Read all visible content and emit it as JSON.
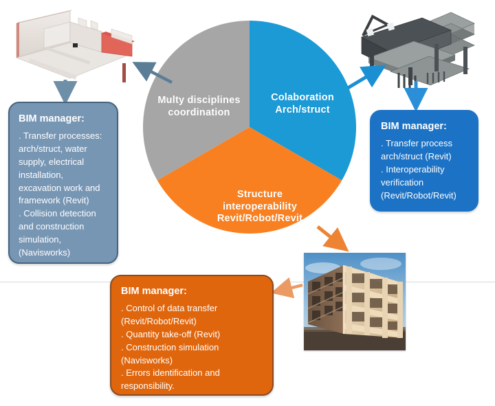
{
  "figure": {
    "type": "pie-diagram-with-callouts",
    "background": "#ffffff"
  },
  "chart_data": {
    "type": "pie",
    "title": "",
    "categories": [
      "Colaboration Arch/struct",
      "Structure interoperability Revit/Robot/Revit",
      "Multy disciplines coordination"
    ],
    "values": [
      33.3,
      33.3,
      33.3
    ],
    "colors": [
      "#1b9ad6",
      "#f98020",
      "#a6a6a6"
    ],
    "start_angle_deg": 0,
    "direction": "clockwise",
    "legend": "none",
    "labels_inside": true,
    "slices": [
      {
        "name": "Colaboration Arch/struct",
        "label_line_1": "Colaboration",
        "label_line_2": "Arch/struct",
        "label_line_3": "",
        "value": 33.3,
        "color": "#1b9ad6"
      },
      {
        "name": "Structure interoperability Revit/Robot/Revit",
        "label_line_1": "Structure",
        "label_line_2": "interoperability",
        "label_line_3": "Revit/Robot/Revit",
        "value": 33.3,
        "color": "#f98020"
      },
      {
        "name": "Multy disciplines coordination",
        "label_line_1": "Multy disciplines",
        "label_line_2": "coordination",
        "label_line_3": "",
        "value": 33.3,
        "color": "#a6a6a6"
      }
    ]
  },
  "boxes": {
    "left": {
      "heading": "BIM manager:",
      "accent": "#7796b4",
      "border": "#46637e",
      "lines": [
        ". Transfer processes:",
        "arch/struct, water",
        "supply, electrical",
        "installation,",
        "excavation work and",
        "framework (Revit)",
        ". Collision detection",
        "and construction",
        "simulation,",
        "(Navisworks)"
      ]
    },
    "right": {
      "heading": "BIM manager:",
      "accent": "#1c72c4",
      "border": "#1c72c4",
      "lines": [
        ". Transfer process",
        "arch/struct (Revit)",
        ". Interoperability",
        "verification",
        "(Revit/Robot/Revit)"
      ]
    },
    "bottom": {
      "heading": "BIM manager:",
      "accent": "#e0660d",
      "border": "#8a4a22",
      "lines": [
        ". Control of data transfer",
        "(Revit/Robot/Revit)",
        ". Quantity take-off (Revit)",
        ". Construction simulation",
        "(Navisworks)",
        ". Errors identification and",
        "responsibility."
      ]
    }
  },
  "thumbnails": {
    "architectural": {
      "name": "architectural-model-thumbnail",
      "caption": ""
    },
    "structural": {
      "name": "structural-frame-model-thumbnail",
      "caption": ""
    },
    "photo": {
      "name": "construction-site-photo-thumbnail",
      "caption": ""
    }
  },
  "arrows": {
    "grey_to_arch": {
      "color": "#5b7e96"
    },
    "arch_to_left_box": {
      "color": "#6d8fa8"
    },
    "blue_to_struct": {
      "color": "#1b8fd4"
    },
    "struct_to_right_box": {
      "color": "#2a8fd8"
    },
    "orange_to_photo": {
      "color": "#ed8333"
    },
    "photo_to_bottom_box": {
      "color": "#eb9a63"
    }
  }
}
